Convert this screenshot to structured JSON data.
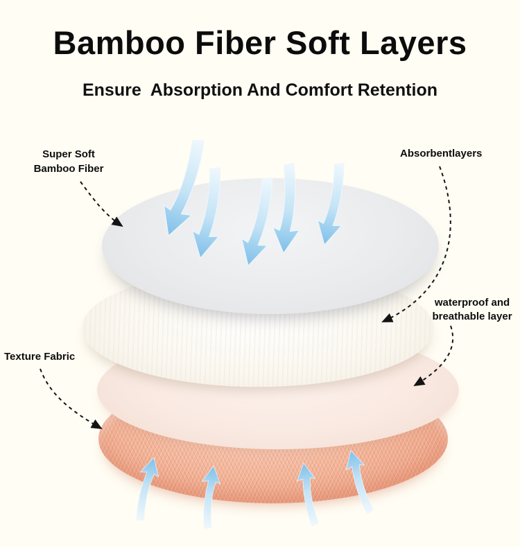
{
  "header": {
    "title": "Bamboo Fiber Soft Layers",
    "subtitle": "Ensure  Absorption And Comfort Retention"
  },
  "labels": {
    "super_soft_line1": "Super Soft",
    "super_soft_line2": "Bamboo Fiber",
    "absorbent": "Absorbentlayers",
    "waterproof_line1": "waterproof and",
    "waterproof_line2": "breathable layer",
    "texture_fabric": "Texture Fabric"
  },
  "layers": [
    {
      "name": "super-soft-bamboo-fiber",
      "color": "#eaebed"
    },
    {
      "name": "absorbent-layers",
      "color": "#fbf8f1"
    },
    {
      "name": "waterproof-breathable-layer",
      "color": "#f9e9e1"
    },
    {
      "name": "texture-fabric",
      "color": "#f2b397"
    }
  ],
  "colors": {
    "background": "#fffdf4",
    "title_text": "#0c0c0c",
    "arrow_blue_light": "#f0f8fd",
    "arrow_blue": "#7fbfe9",
    "pointer_line": "#141414"
  }
}
